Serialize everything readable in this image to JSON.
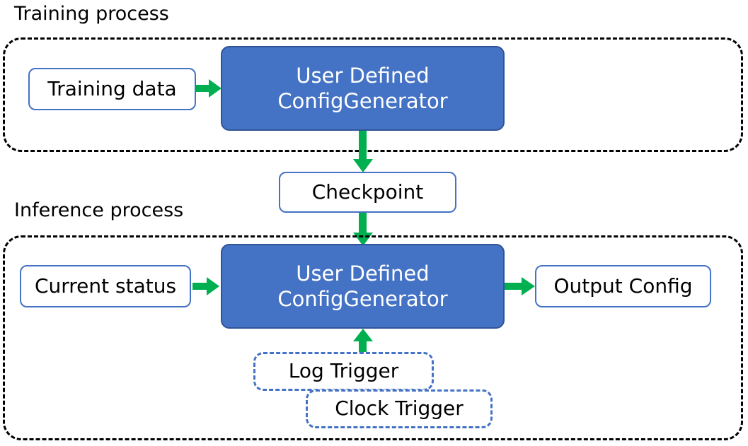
{
  "diagram": {
    "title_training": "Training process",
    "title_inference": "Inference process",
    "colors": {
      "node_fill_blue": "#4472C4",
      "node_border_blue": "#2F5597",
      "node_border_light": "#4472C4",
      "arrow_green": "#00B050",
      "group_border": "#000000",
      "text_dark": "#000000",
      "text_light": "#FFFFFF"
    },
    "nodes": {
      "training_data": "Training data",
      "config_generator_training_line1": "User Defined",
      "config_generator_training_line2": "ConfigGenerator",
      "checkpoint": "Checkpoint",
      "current_status": "Current status",
      "config_generator_inference_line1": "User Defined",
      "config_generator_inference_line2": "ConfigGenerator",
      "output_config": "Output Config",
      "log_trigger": "Log Trigger",
      "clock_trigger": "Clock Trigger"
    },
    "edges": [
      {
        "from": "training_data",
        "to": "config_generator_training",
        "direction": "right"
      },
      {
        "from": "config_generator_training",
        "to": "checkpoint",
        "direction": "down"
      },
      {
        "from": "checkpoint",
        "to": "config_generator_inference",
        "direction": "down"
      },
      {
        "from": "current_status",
        "to": "config_generator_inference",
        "direction": "right"
      },
      {
        "from": "config_generator_inference",
        "to": "output_config",
        "direction": "right"
      },
      {
        "from": "log_trigger",
        "to": "config_generator_inference",
        "direction": "up"
      }
    ]
  }
}
